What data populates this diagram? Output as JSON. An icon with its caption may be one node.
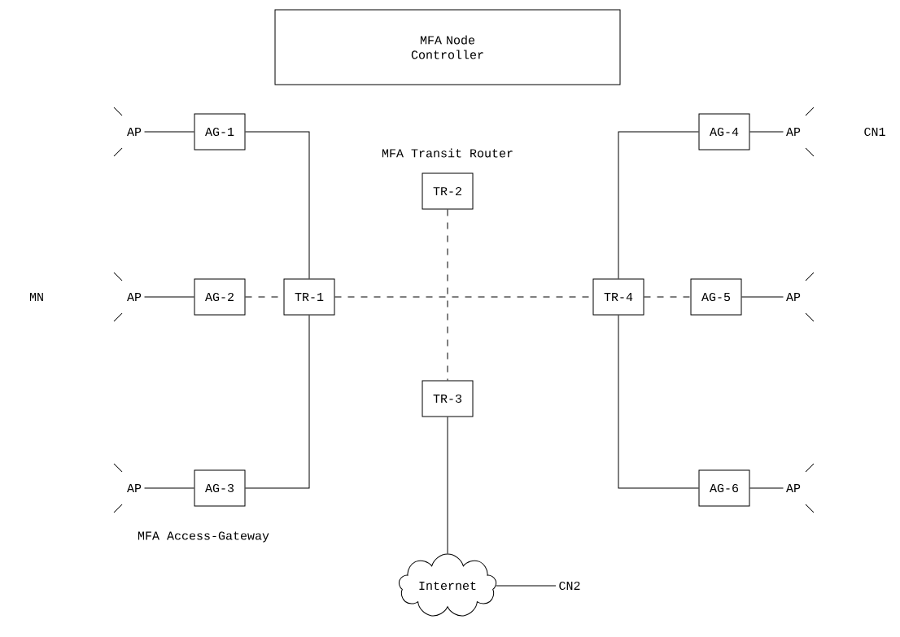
{
  "diagram": {
    "nodes": [
      {
        "text": [
          "MFA Node Controller"
        ]
      },
      {
        "text": [
          "AG-1"
        ]
      },
      {
        "text": [
          "AG-4"
        ]
      },
      {
        "text": [
          "TR-2"
        ]
      },
      {
        "text": [
          "AG-2"
        ]
      },
      {
        "text": [
          "TR-1"
        ]
      },
      {
        "text": [
          "TR-4"
        ]
      },
      {
        "text": [
          "AG-5"
        ]
      },
      {
        "text": [
          "TR-3"
        ]
      },
      {
        "text": [
          "AG-3"
        ]
      },
      {
        "text": [
          "AG-6"
        ]
      },
      {
        "text": [
          "Internet"
        ]
      },
      {
        "text": [
          "AP"
        ]
      },
      {
        "text": [
          "AP"
        ]
      },
      {
        "text": [
          "AP"
        ]
      },
      {
        "text": [
          "AP"
        ]
      },
      {
        "text": [
          "AP"
        ]
      },
      {
        "text": [
          "AP"
        ]
      },
      {
        "text": [
          "CN2"
        ]
      }
    ],
    "edges": [
      {
        "from": 12,
        "to": 1,
        "arrow": "none"
      },
      {
        "from": 1,
        "to": 5,
        "arrow": "none"
      },
      {
        "from": 2,
        "to": 13,
        "arrow": "none"
      },
      {
        "from": 2,
        "to": 6,
        "arrow": "none"
      },
      {
        "from": 3,
        "to": 8,
        "arrow": "none",
        "style": "dashed"
      },
      {
        "from": 14,
        "to": 4,
        "arrow": "none"
      },
      {
        "from": 4,
        "to": 5,
        "arrow": "none",
        "style": "dashed"
      },
      {
        "from": 5,
        "to": 6,
        "arrow": "none",
        "style": "dashed"
      },
      {
        "from": 6,
        "to": 7,
        "arrow": "none",
        "style": "dashed"
      },
      {
        "from": 7,
        "to": 15,
        "arrow": "none"
      },
      {
        "from": 9,
        "to": 5,
        "arrow": "none"
      },
      {
        "from": 10,
        "to": 6,
        "arrow": "none"
      },
      {
        "from": 16,
        "to": 9,
        "arrow": "none"
      },
      {
        "from": 10,
        "to": 17,
        "arrow": "none"
      },
      {
        "from": 8,
        "to": 11,
        "arrow": "none"
      },
      {
        "from": 11,
        "to": 18,
        "arrow": "none"
      }
    ],
    "labels": [
      "CN1",
      "MFA Transit Router",
      "MN",
      "MFA Access-Gateway"
    ]
  }
}
